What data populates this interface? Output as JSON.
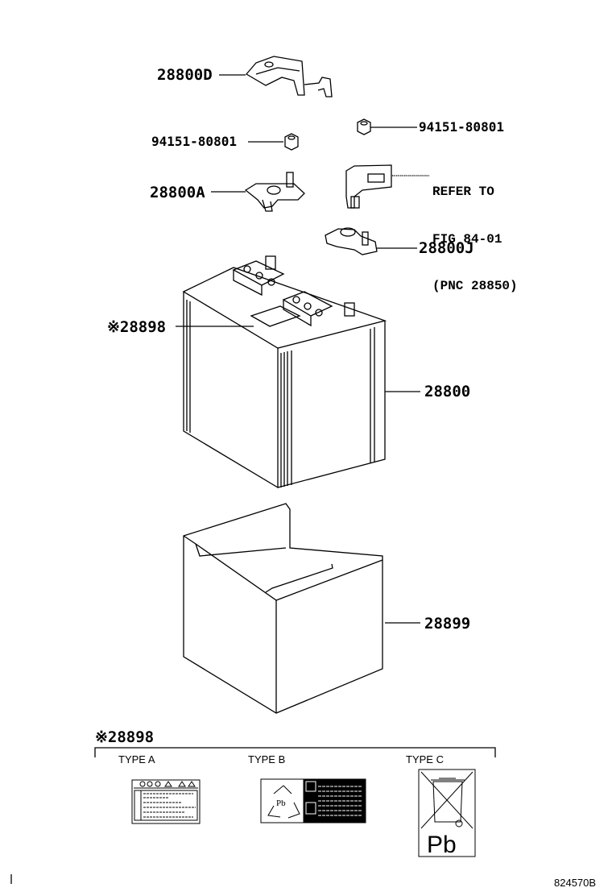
{
  "parts": {
    "cover_d": "28800D",
    "nut_left": "94151-80801",
    "nut_right": "94151-80801",
    "refer": [
      "REFER TO",
      "FIG 84-01",
      "(PNC 28850)"
    ],
    "clamp_a": "28800A",
    "clamp_j": "28800J",
    "label_ref": "※28898",
    "battery": "28800",
    "case": "28899"
  },
  "label_types": {
    "heading": "※28898",
    "types": [
      "TYPE A",
      "TYPE B",
      "TYPE C"
    ],
    "type_c_symbol": "Pb",
    "type_b_symbol": "Pb"
  },
  "figure_code": "824570B"
}
